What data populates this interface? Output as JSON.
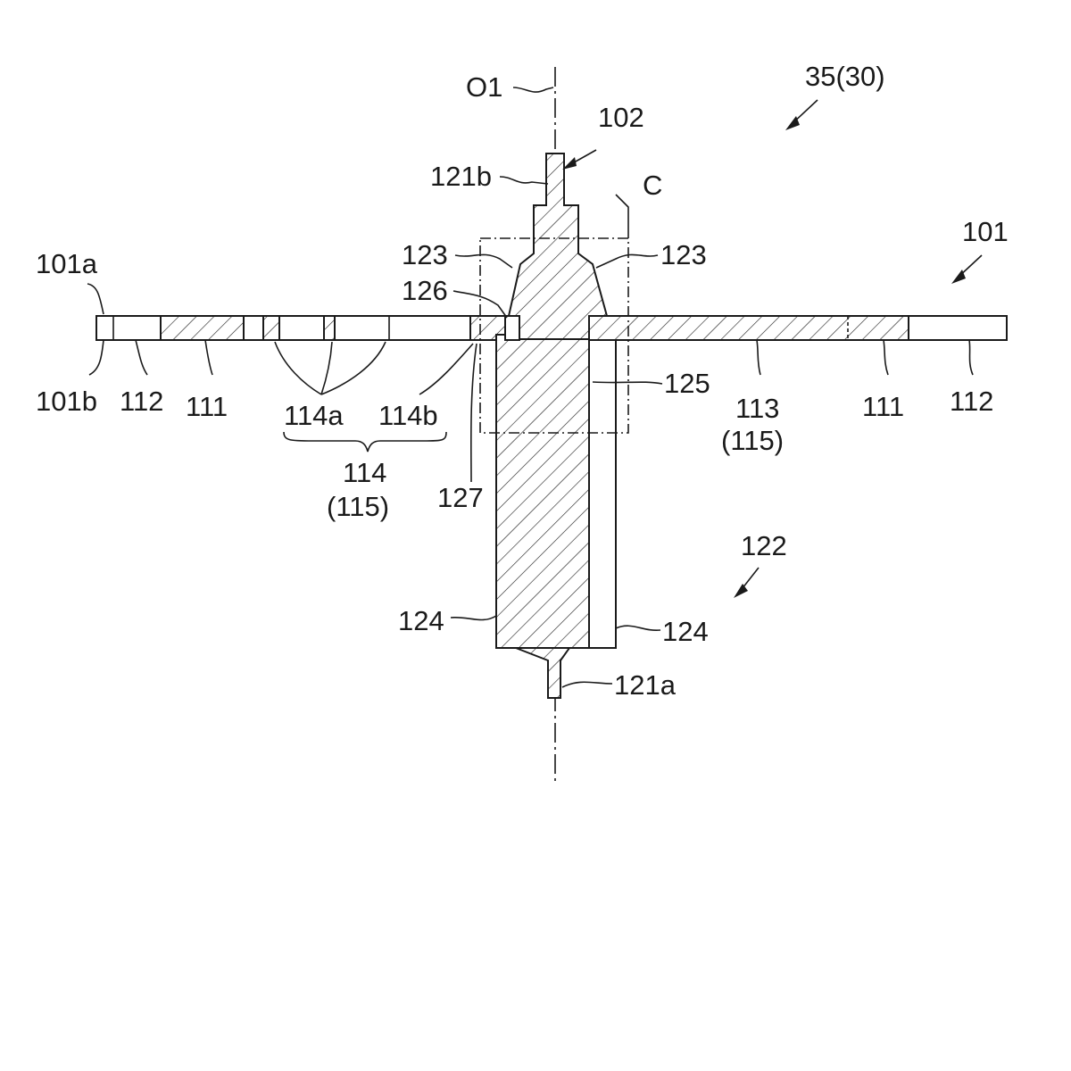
{
  "figure": {
    "labels": {
      "assembly": "35(30)",
      "axis": "O1",
      "rotor": "102",
      "end_upper": "121b",
      "region": "C",
      "plate": "101",
      "plate_end_top": "101a",
      "taper_left": "123",
      "taper_right": "123",
      "ring_top": "126",
      "plate_end_bottom": "101b",
      "section_112_left": "112",
      "section_111_left": "111",
      "hole_a": "114a",
      "hole_b": "114b",
      "group_114": "114",
      "group_114_sub": "(115)",
      "shoulder": "127",
      "bore": "125",
      "section_113": "113",
      "section_113_sub": "(115)",
      "section_111_right": "111",
      "section_112_right": "112",
      "body": "122",
      "body_left": "124",
      "body_right": "124",
      "end_lower": "121a"
    }
  }
}
